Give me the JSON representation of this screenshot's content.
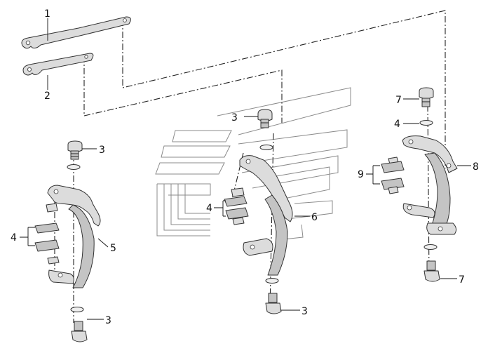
{
  "callouts": {
    "c1": "1",
    "c2": "2",
    "c3a": "3",
    "c3b": "3",
    "c3c": "3",
    "c3d": "3",
    "c4a": "4",
    "c4b": "4",
    "c4c": "4",
    "c5": "5",
    "c6": "6",
    "c7a": "7",
    "c7b": "7",
    "c8": "8",
    "c9": "9"
  }
}
